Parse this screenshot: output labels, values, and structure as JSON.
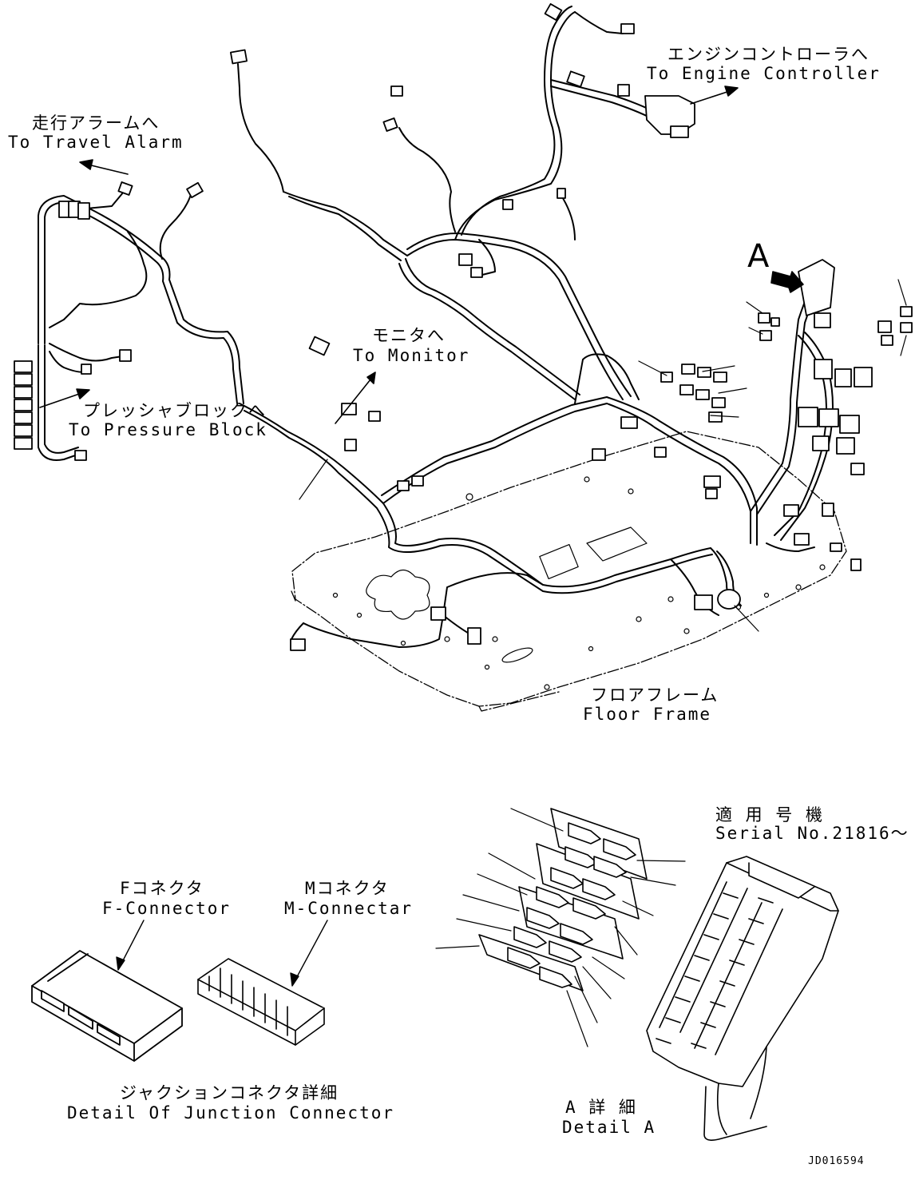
{
  "labels": {
    "travel_alarm_jp": "走行アラームへ",
    "travel_alarm_en": "To Travel Alarm",
    "engine_controller_jp": "エンジンコントローラへ",
    "engine_controller_en": "To Engine Controller",
    "monitor_jp": "モニタへ",
    "monitor_en": "To Monitor",
    "pressure_block_jp": "プレッシャブロックへ",
    "pressure_block_en": "To Pressure Block",
    "floor_frame_jp": "フロアフレーム",
    "floor_frame_en": "Floor Frame",
    "detail_marker": "A",
    "serial_jp": "適 用 号 機",
    "serial_en": "Serial No.21816～",
    "f_connector_jp": "Fコネクタ",
    "f_connector_en": "F-Connector",
    "m_connector_jp": "Mコネクタ",
    "m_connector_en": "M-Connectar",
    "junction_jp": "ジャクションコネクタ詳細",
    "junction_en": "Detail Of Junction Connector",
    "detail_a_jp": "A 詳 細",
    "detail_a_en": "Detail A",
    "drawing_no": "JD016594"
  }
}
